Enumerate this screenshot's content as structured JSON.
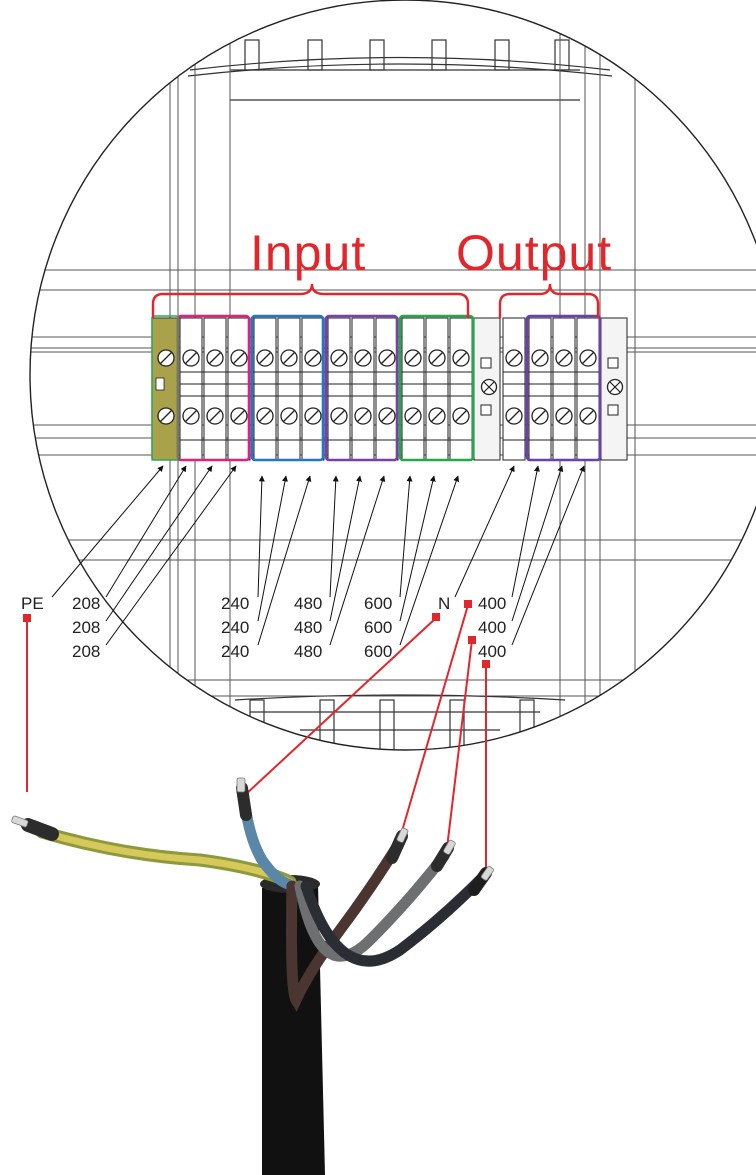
{
  "sections": {
    "input_title": "Input",
    "output_title": "Output"
  },
  "labels": {
    "pe": "PE",
    "input_208": [
      "208",
      "208",
      "208"
    ],
    "input_240": [
      "240",
      "240",
      "240"
    ],
    "input_480": [
      "480",
      "480",
      "480"
    ],
    "input_600": [
      "600",
      "600",
      "600"
    ],
    "neutral": "N",
    "output_400": [
      "400",
      "400",
      "400"
    ]
  },
  "colors": {
    "accent_red": "#e3262b",
    "pe_terminal": "#c9a23a",
    "group_208": "#e2217a",
    "group_240": "#2277c8",
    "group_480": "#7a3fa8",
    "group_600": "#26a84a",
    "group_output": "#6a3fb0",
    "wire_ground": "#c6b84c",
    "wire_neutral": "#5a86a8",
    "wire_brown": "#4a3530",
    "wire_grey": "#6d6f70",
    "wire_black": "#2a2d33",
    "cable_jacket": "#111111"
  },
  "icons": {
    "terminal_screw": "screw-icon",
    "wire_ferrule": "ferrule-icon",
    "callout_marker": "square-marker-icon"
  }
}
